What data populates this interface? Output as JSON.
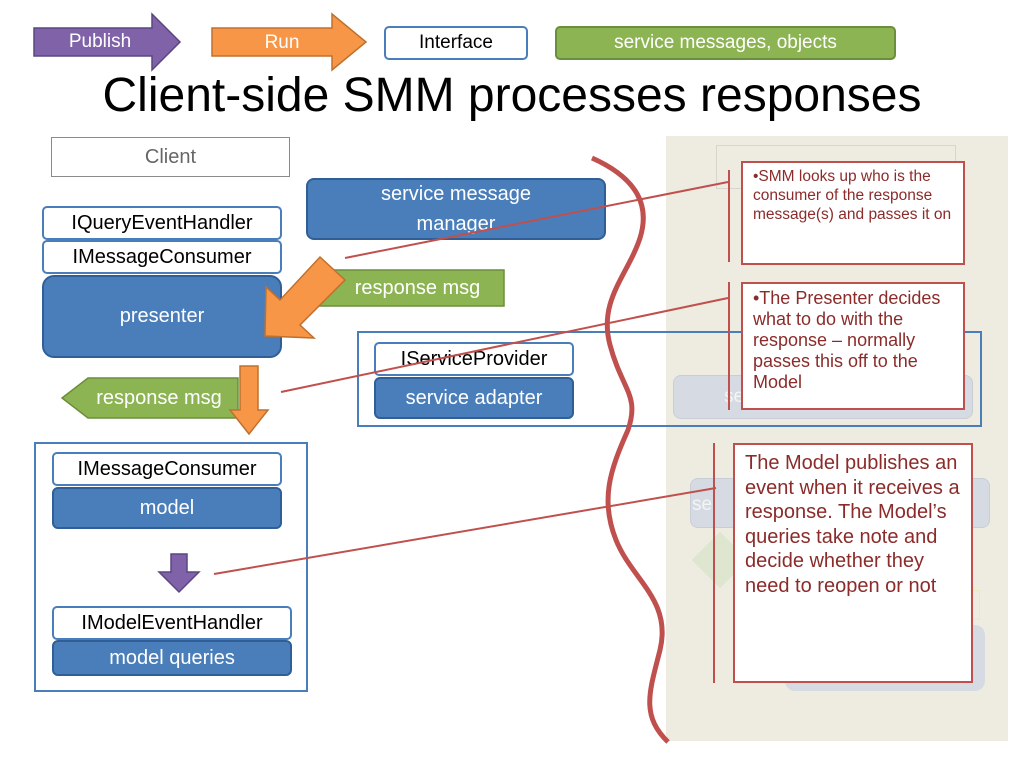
{
  "legend": {
    "publish": "Publish",
    "run": "Run",
    "interface": "Interface",
    "service_messages": "service messages, objects"
  },
  "title": "Client-side SMM processes responses",
  "client_label": "Client",
  "left": {
    "iquery": "IQueryEventHandler",
    "imessage_top": "IMessageConsumer",
    "presenter": "presenter",
    "response_msg_left": "response msg",
    "imessage_model": "IMessageConsumer",
    "model": "model",
    "imodel_event": "IModelEventHandler",
    "model_queries": "model queries"
  },
  "center": {
    "smm": "service message manager",
    "response_msg": "response msg",
    "iservice_provider": "IServiceProvider",
    "service_adapter": "service adapter"
  },
  "notes": {
    "note1": "•SMM looks up who is the consumer of the response message(s) and passes it on",
    "note2": "•The Presenter decides what to do with the response – normally passes this off to the Model",
    "note3": "The Model publishes an event when it receives a response. The Model’s queries take note and decide whether they need to reopen or not"
  },
  "faded": {
    "se1": "se",
    "se2": "se"
  },
  "colors": {
    "publish": "#7f62a8",
    "run": "#f79646",
    "service_messages": "#8cb452",
    "blue": "#4a7ebb",
    "note_border": "#c0504d",
    "panel": "#eeece1"
  }
}
